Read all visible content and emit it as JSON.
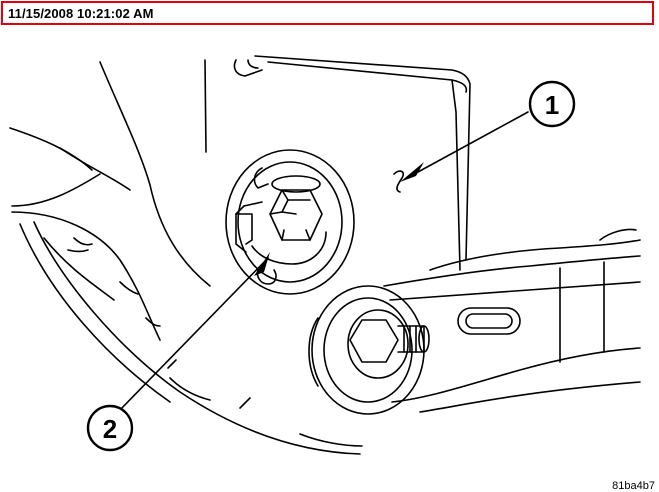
{
  "header": {
    "timestamp": "11/15/2008 10:21:02 AM"
  },
  "figure": {
    "callouts": [
      {
        "number": "1"
      },
      {
        "number": "2"
      }
    ],
    "figure_code": "81ba4b7"
  },
  "colors": {
    "border_red": "#e3000f",
    "ink": "#000000",
    "background": "#ffffff"
  }
}
